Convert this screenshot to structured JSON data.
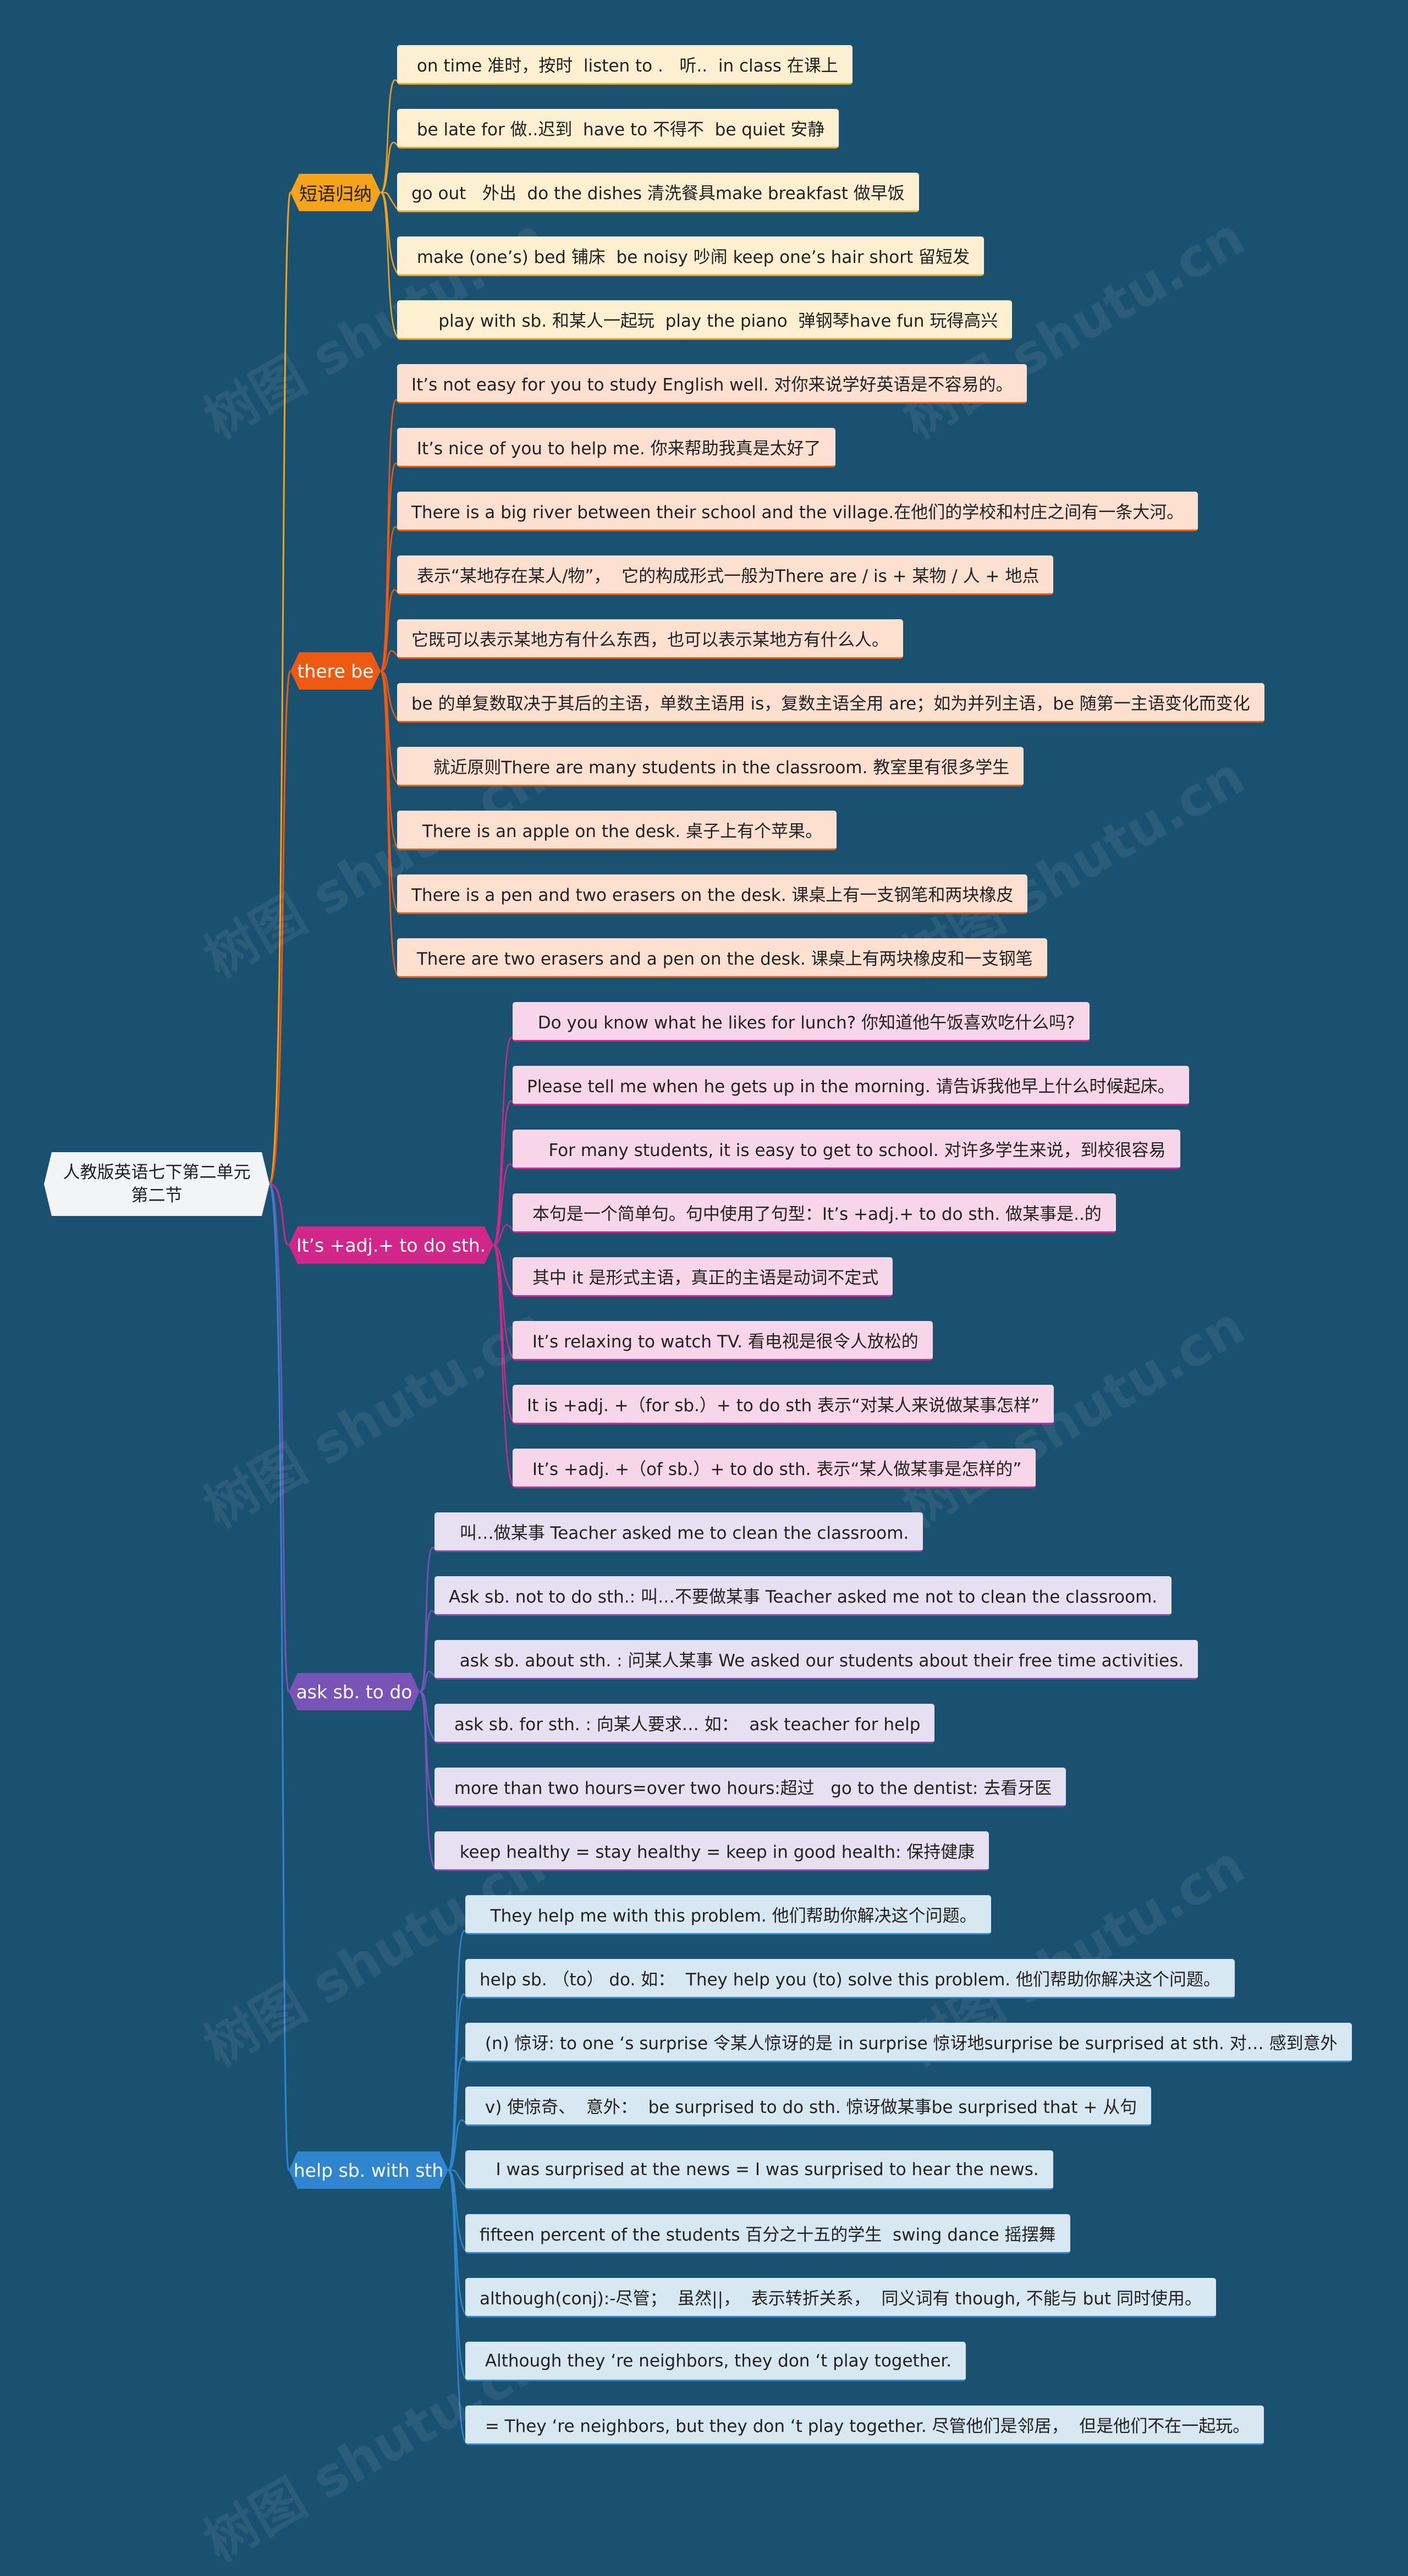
{
  "root": {
    "line1": "人教版英语七下第二单元",
    "line2": "第二节"
  },
  "branches": [
    {
      "label": "短语归纳",
      "color": "#f5a31a",
      "text_color": "#222222",
      "leaf_bg": "#fdf0d0",
      "leaves": [
        " on time 准时，按时  listen to .   听..  in class 在课上",
        " be late for 做..迟到  have to 不得不  be quiet 安静",
        "go out   外出  do the dishes 清洗餐具make breakfast 做早饭",
        " make (one’s) bed 铺床  be noisy 吵闹 keep one’s hair short 留短发",
        "     play with sb. 和某人一起玩  play the piano  弹钢琴have fun 玩得高兴"
      ]
    },
    {
      "label": "there be",
      "color": "#ee5a12",
      "text_color": "#ffffff",
      "leaf_bg": "#fde0cf",
      "leaves": [
        "It’s not easy for you to study English well. 对你来说学好英语是不容易的。",
        " It’s nice of you to help me. 你来帮助我真是太好了",
        "There is a big river between their school and the village.在他们的学校和村庄之间有一条大河。",
        " 表示“某地存在某人/物”，  它的构成形式一般为There are / is + 某物 / 人 + 地点",
        "它既可以表示某地方有什么东西，也可以表示某地方有什么人。",
        "be 的单复数取决于其后的主语，单数主语用 is，复数主语全用 are；如为并列主语，be 随第一主语变化而变化",
        "    就近原则There are many students in the classroom. 教室里有很多学生",
        "  There is an apple on the desk. 桌子上有个苹果。",
        "There is a pen and two erasers on the desk. 课桌上有一支钢笔和两块橡皮",
        " There are two erasers and a pen on the desk. 课桌上有两块橡皮和一支钢笔"
      ]
    },
    {
      "label": "It’s +adj.+ to do sth.",
      "color": "#d1278b",
      "text_color": "#ffffff",
      "leaf_bg": "#f8d6ea",
      "leaves": [
        "  Do you know what he likes for lunch? 你知道他午饭喜欢吃什么吗?",
        "Please tell me when he gets up in the morning. 请告诉我他早上什么时候起床。",
        "    For many students, it is easy to get to school. 对许多学生来说，到校很容易",
        " 本句是一个简单句。句中使用了句型：It’s +adj.+ to do sth. 做某事是..的",
        " 其中 it 是形式主语，真正的主语是动词不定式",
        " It’s relaxing to watch TV. 看电视是很令人放松的",
        "It is +adj. +（for sb.）+ to do sth 表示“对某人来说做某事怎样”",
        " It’s +adj. +（of sb.）+ to do sth. 表示“某人做某事是怎样的”"
      ]
    },
    {
      "label": "ask sb. to do",
      "color": "#7754b6",
      "text_color": "#ffffff",
      "leaf_bg": "#e6e0f2",
      "leaves": [
        "  叫…做某事 Teacher asked me to clean the classroom.",
        "Ask sb. not to do sth.: 叫…不要做某事 Teacher asked me not to clean the classroom.",
        "  ask sb. about sth. : 问某人某事 We asked our students about their free time activities.",
        " ask sb. for sth. : 向某人要求… 如：  ask teacher for help",
        " more than two hours=over two hours:超过   go to the dentist: 去看牙医",
        "  keep healthy = stay healthy = keep in good health: 保持健康"
      ]
    },
    {
      "label": "help sb. with sth",
      "color": "#2f86cf",
      "text_color": "#ffffff",
      "leaf_bg": "#d8e8f3",
      "leaves": [
        "  They help me with this problem. 他们帮助你解决这个问题。",
        "help sb. （to） do. 如：  They help you (to) solve this problem. 他们帮助你解决这个问题。",
        " (n) 惊讶: to one ‘s surprise 令某人惊讶的是 in surprise 惊讶地surprise be surprised at sth. 对… 感到意外",
        " v) 使惊奇、  意外：  be surprised to do sth. 惊讶做某事be surprised that + 从句",
        "   I was surprised at the news = I was surprised to hear the news.",
        "fifteen percent of the students 百分之十五的学生  swing dance 摇摆舞",
        "although(conj):-尽管；  虽然||，  表示转折关系，  同义词有 though, 不能与 but 同时使用。",
        " Although they ‘re neighbors, they don ‘t play together.",
        " = They ‘re neighbors, but they don ‘t play together. 尽管他们是邻居，  但是他们不在一起玩。"
      ]
    }
  ]
}
